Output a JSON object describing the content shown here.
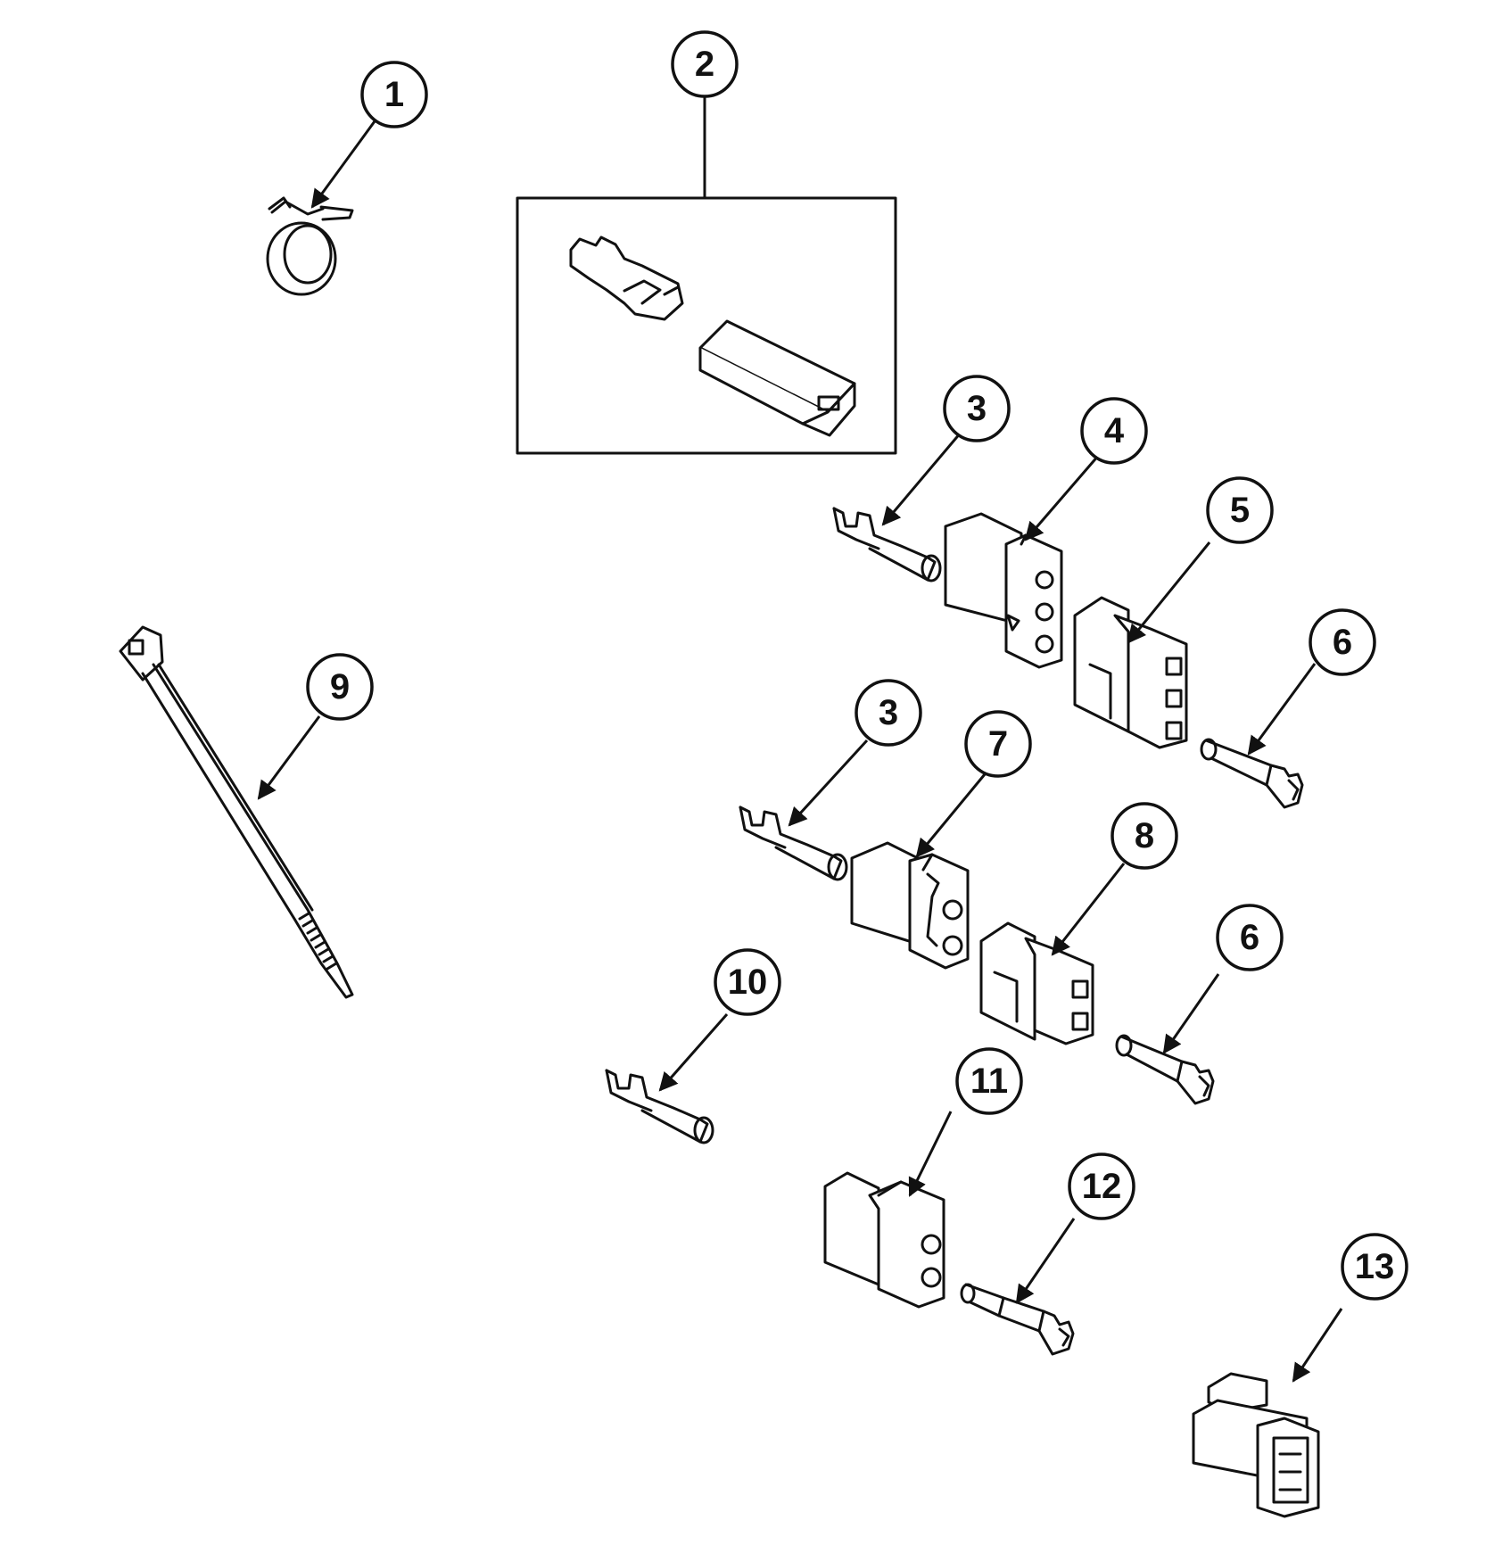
{
  "diagram": {
    "callouts": {
      "c1": "1",
      "c2": "2",
      "c3a": "3",
      "c4": "4",
      "c5": "5",
      "c6a": "6",
      "c9": "9",
      "c3b": "3",
      "c7": "7",
      "c8": "8",
      "c6b": "6",
      "c10": "10",
      "c11": "11",
      "c12": "12",
      "c13": "13"
    }
  }
}
